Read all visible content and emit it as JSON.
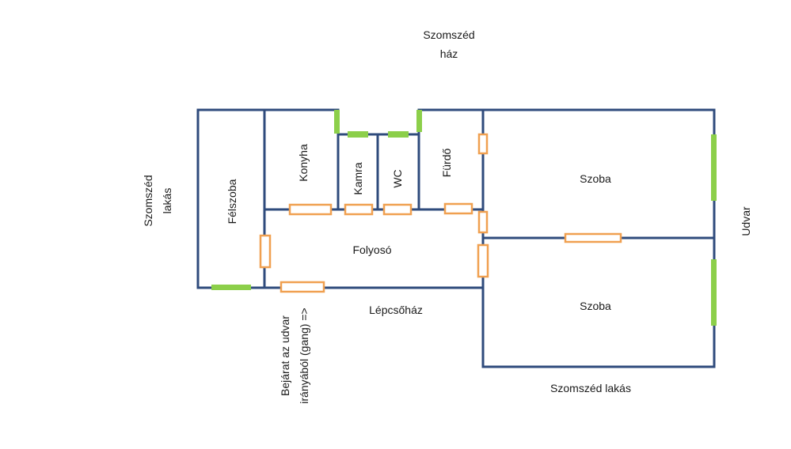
{
  "colors": {
    "wall": "#2f4b7c",
    "door": "#f0a050",
    "window": "#8ccf4a",
    "background": "#ffffff"
  },
  "labels": {
    "neighbor_house_line1": "Szomszéd",
    "neighbor_house_line2": "ház",
    "neighbor_flat_left_line1": "Szomszéd",
    "neighbor_flat_left_line2": "lakás",
    "half_room": "Félszoba",
    "kitchen": "Konyha",
    "pantry": "Kamra",
    "wc": "WC",
    "bathroom": "Fürdő",
    "room_top": "Szoba",
    "room_bottom": "Szoba",
    "corridor": "Folyosó",
    "courtyard": "Udvar",
    "staircase": "Lépcsőház",
    "entrance_line1": "Bejárat az udvar",
    "entrance_line2": "irányából (gang) =>",
    "neighbor_flat_bottom": "Szomszéd lakás"
  }
}
